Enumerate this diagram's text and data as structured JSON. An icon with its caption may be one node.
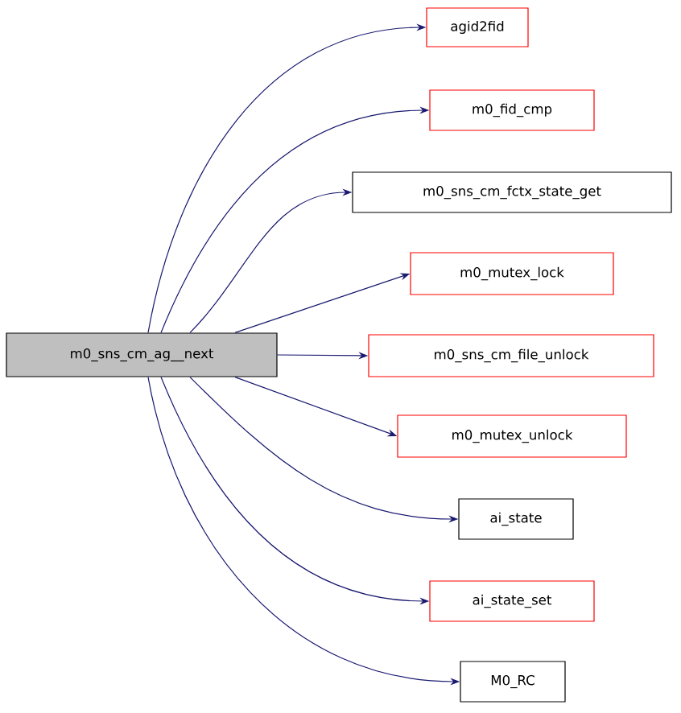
{
  "diagram": {
    "nodes": [
      {
        "text": [
          "m0_sns_cm_ag__next"
        ]
      },
      {
        "text": [
          "agid2fid"
        ]
      },
      {
        "text": [
          "m0_fid_cmp"
        ]
      },
      {
        "text": [
          "m0_sns_cm_fctx_state_get"
        ]
      },
      {
        "text": [
          "m0_mutex_lock"
        ]
      },
      {
        "text": [
          "m0_sns_cm_file_unlock"
        ]
      },
      {
        "text": [
          "m0_mutex_unlock"
        ]
      },
      {
        "text": [
          "ai_state"
        ]
      },
      {
        "text": [
          "ai_state_set"
        ]
      },
      {
        "text": [
          "M0_RC"
        ]
      }
    ],
    "edges": [
      {
        "from": 0,
        "to": 1,
        "arrow": "to"
      },
      {
        "from": 0,
        "to": 2,
        "arrow": "to"
      },
      {
        "from": 0,
        "to": 3,
        "arrow": "to"
      },
      {
        "from": 0,
        "to": 4,
        "arrow": "to"
      },
      {
        "from": 0,
        "to": 5,
        "arrow": "to"
      },
      {
        "from": 0,
        "to": 6,
        "arrow": "to"
      },
      {
        "from": 0,
        "to": 7,
        "arrow": "to"
      },
      {
        "from": 0,
        "to": 8,
        "arrow": "to"
      },
      {
        "from": 0,
        "to": 9,
        "arrow": "to"
      }
    ]
  }
}
